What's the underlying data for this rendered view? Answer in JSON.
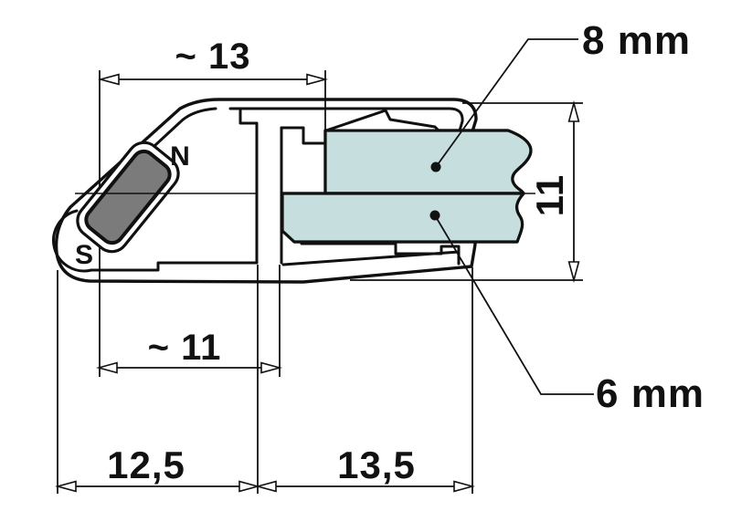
{
  "diagram": {
    "type": "technical-cross-section",
    "subject": "magnetic seal profile with glass panel",
    "colors": {
      "background": "#ffffff",
      "line": "#111111",
      "glass_fill": "#c6dede",
      "magnet_fill": "#7b7b7b"
    },
    "dimensions": {
      "top_width": "~ 13",
      "middle_width": "~ 11",
      "bottom_left_width": "12,5",
      "bottom_right_width": "13,5",
      "right_height": "11"
    },
    "glass_labels": {
      "upper_thickness": "8 mm",
      "lower_thickness": "6 mm"
    },
    "magnet_poles": {
      "north": "N",
      "south": "S"
    }
  }
}
